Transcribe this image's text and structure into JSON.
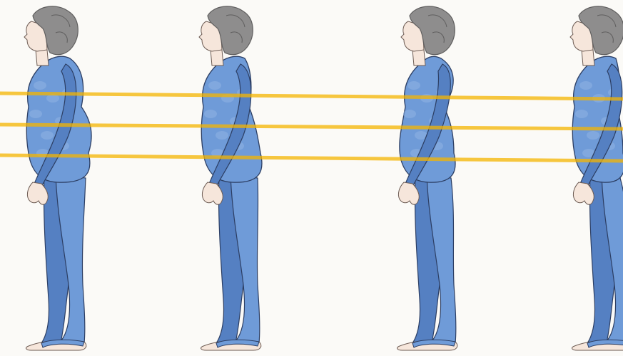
{
  "illustration": {
    "colors": {
      "background": "#fbfaf7",
      "suit": "#6f9bd8",
      "suit_shade": "#5580c2",
      "suit_outline": "#2c3e63",
      "pattern": "#8fb2e3",
      "hair": "#8e8d8d",
      "hair_dark": "#5f5e5e",
      "skin": "#f6e6db",
      "skin_outline": "#6b5a52",
      "band": "#f4b400"
    },
    "figures": [
      {
        "label": "figure-1",
        "build": "heavy",
        "posture": "upright"
      },
      {
        "label": "figure-2",
        "build": "medium",
        "posture": "upright"
      },
      {
        "label": "figure-3",
        "build": "medium",
        "posture": "slouched"
      },
      {
        "label": "figure-4",
        "build": "slim",
        "posture": "upright"
      }
    ],
    "reference_lines": [
      "chest-line",
      "waist-line",
      "hip-line"
    ]
  }
}
